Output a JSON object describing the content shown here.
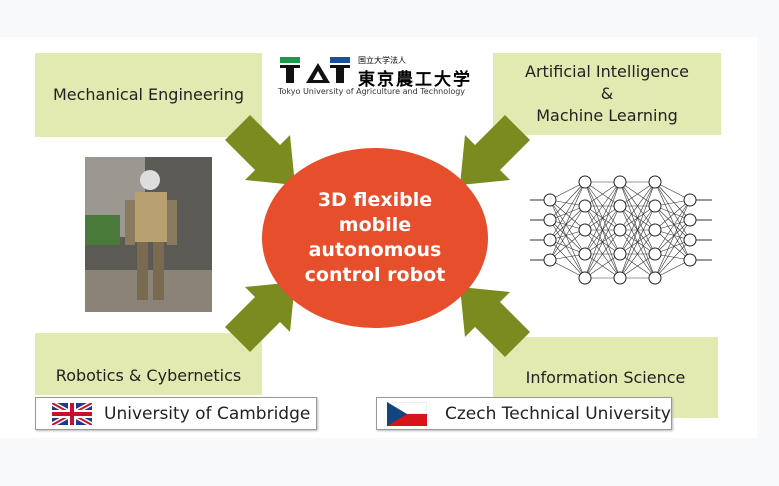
{
  "logo": {
    "abbr": "TAT",
    "jp_top": "国立大学法人",
    "jp_name": "東京農工大学",
    "en_name": "Tokyo University of Agriculture and Technology"
  },
  "center": {
    "lines": [
      "3D flexible",
      "mobile",
      "autonomous",
      "control robot"
    ]
  },
  "boxes": {
    "mechanical": "Mechanical Engineering",
    "ai": [
      "Artificial Intelligence",
      "&",
      "Machine Learning"
    ],
    "robotics": "Robotics & Cybernetics",
    "info": "Information Science"
  },
  "universities": {
    "cambridge": "University of Cambridge",
    "czech": "Czech Technical University"
  },
  "colors": {
    "box": "#e3eab1",
    "center": "#e64e2c",
    "arrow": "#7b8b1f"
  }
}
